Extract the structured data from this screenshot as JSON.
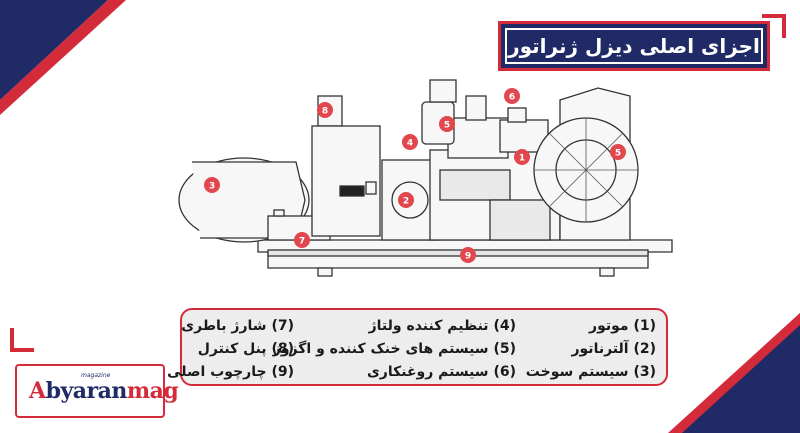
{
  "title": "اجزای اصلی دیزل ژنراتور",
  "colors": {
    "navy": "#1f2a66",
    "red": "#d42b3a",
    "marker": "#e1474c",
    "panel": "#ededed"
  },
  "diagram": {
    "markers": [
      "1",
      "2",
      "3",
      "4",
      "5",
      "5",
      "6",
      "7",
      "8",
      "9"
    ]
  },
  "legend": {
    "items": [
      {
        "num": "(1)",
        "label": "موتور"
      },
      {
        "num": "(2)",
        "label": "آلترناتور"
      },
      {
        "num": "(3)",
        "label": "سیستم سوخت"
      },
      {
        "num": "(4)",
        "label": "تنظیم کننده ولتاژ"
      },
      {
        "num": "(5)",
        "label": "سیستم های خنک کننده و اگزوز"
      },
      {
        "num": "(6)",
        "label": "سیستم روغنکاری"
      },
      {
        "num": "(7)",
        "label": "شارژ باطری"
      },
      {
        "num": "(8)",
        "label": "پنل کنترل"
      },
      {
        "num": "(9)",
        "label": "چارچوب اصلی"
      }
    ]
  },
  "logo": {
    "small": "magazine",
    "main_a": "A",
    "main_b": "byaran",
    "main_c": "mag"
  }
}
